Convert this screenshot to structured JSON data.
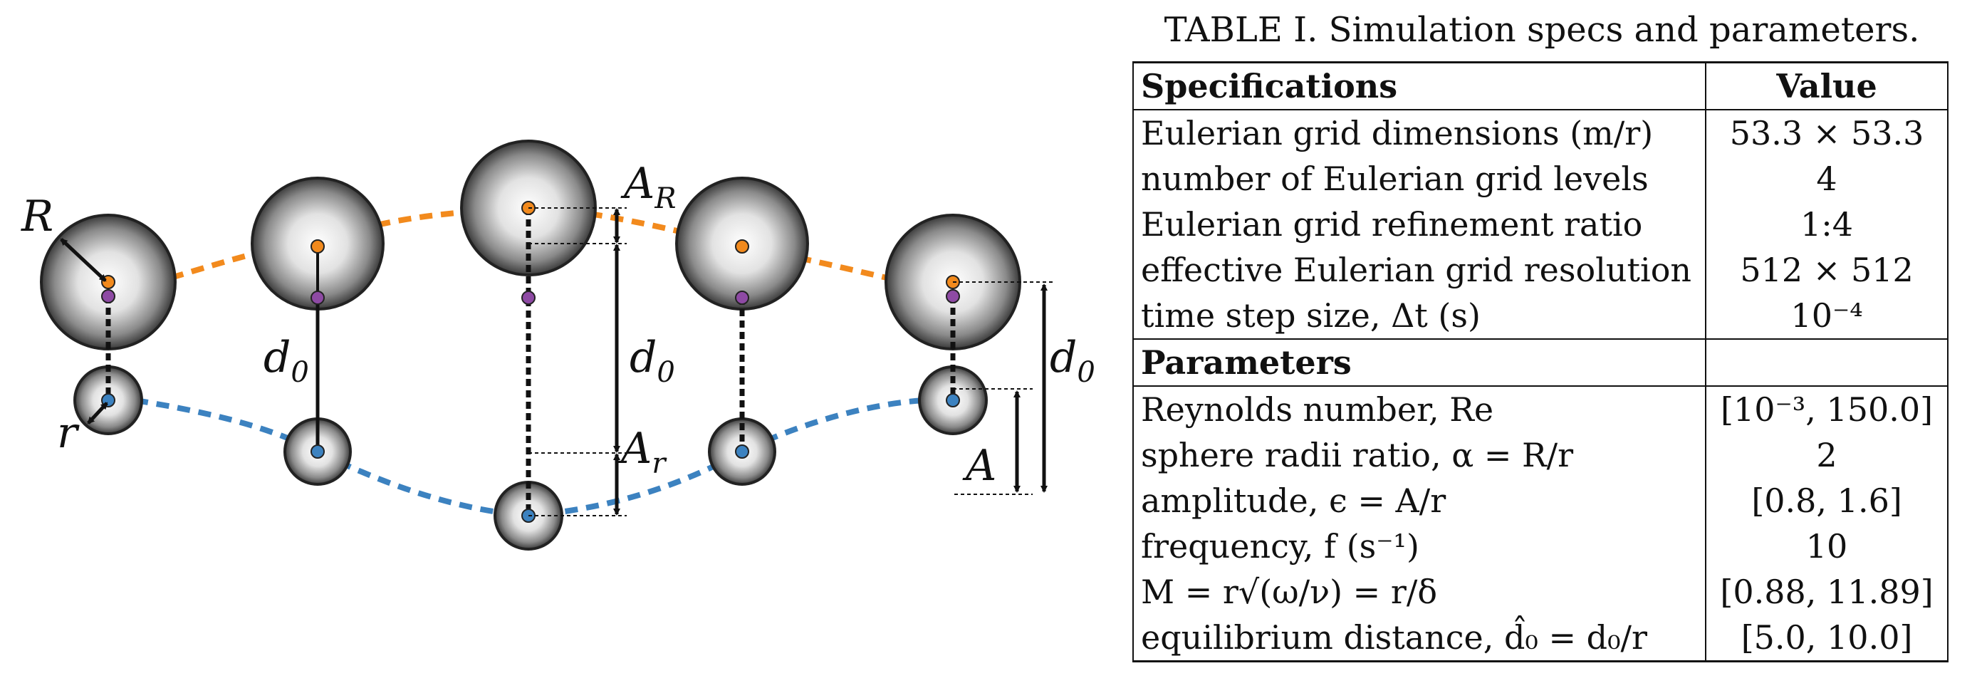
{
  "figure": {
    "labels": {
      "R": "R",
      "r": "r",
      "d0_left": "d",
      "d0_left_sub": "0",
      "d0_mid": "d",
      "d0_mid_sub": "0",
      "d0_right": "d",
      "d0_right_sub": "0",
      "AR": "A",
      "AR_sub": "R",
      "Ar": "A",
      "Ar_sub": "r",
      "A": "A"
    },
    "colors": {
      "orange": "#f28a1d",
      "blue": "#3c82c0",
      "purple": "#8e4aa4"
    }
  },
  "table": {
    "caption": "TABLE I. Simulation specs and parameters.",
    "header": {
      "col1": "Specifications",
      "col2": "Value"
    },
    "specs": [
      {
        "name": "Eulerian grid dimensions (m/r)",
        "value": "53.3 × 53.3"
      },
      {
        "name": "number of Eulerian grid levels",
        "value": "4"
      },
      {
        "name": "Eulerian grid refinement ratio",
        "value": "1:4"
      },
      {
        "name": "effective Eulerian grid resolution",
        "value": "512 × 512"
      },
      {
        "name": "time step size, Δt (s)",
        "value": "10⁻⁴"
      }
    ],
    "params_header": "Parameters",
    "params": [
      {
        "name": "Reynolds number, Re",
        "value": "[10⁻³, 150.0]"
      },
      {
        "name": "sphere radii ratio, α = R/r",
        "value": "2"
      },
      {
        "name": "amplitude, ϵ = A/r",
        "value": "[0.8, 1.6]"
      },
      {
        "name": "frequency, f (s⁻¹)",
        "value": "10"
      },
      {
        "name": "M = r√(ω/ν) = r/δ",
        "value": "[0.88, 11.89]"
      },
      {
        "name": "equilibrium distance, d̂₀ = d₀/r",
        "value": "[5.0, 10.0]"
      }
    ]
  }
}
